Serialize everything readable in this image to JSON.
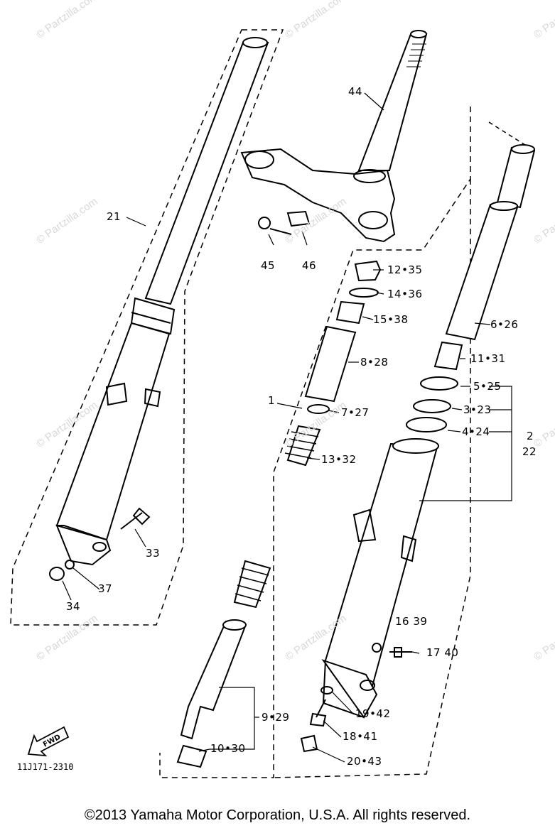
{
  "watermark": "© Partzilla.com",
  "fwd_label": "FWD",
  "diagram_code": "11J171-2310",
  "copyright": "©2013  Yamaha Motor Corporation, U.S.A. All rights reserved.",
  "callouts": [
    {
      "id": "c21",
      "text": "21"
    },
    {
      "id": "c44",
      "text": "44"
    },
    {
      "id": "c45",
      "text": "45"
    },
    {
      "id": "c46",
      "text": "46"
    },
    {
      "id": "c12",
      "text": "12•35"
    },
    {
      "id": "c14",
      "text": "14•36"
    },
    {
      "id": "c15",
      "text": "15•38"
    },
    {
      "id": "c8",
      "text": "8•28"
    },
    {
      "id": "c1",
      "text": "1"
    },
    {
      "id": "c7",
      "text": "7•27"
    },
    {
      "id": "c13",
      "text": "13•32"
    },
    {
      "id": "c6",
      "text": "6•26"
    },
    {
      "id": "c11",
      "text": "11•31"
    },
    {
      "id": "c5",
      "text": "5•25"
    },
    {
      "id": "c3",
      "text": "3•23"
    },
    {
      "id": "c4",
      "text": "4•24"
    },
    {
      "id": "c2",
      "text": "2"
    },
    {
      "id": "c22",
      "text": "22"
    },
    {
      "id": "c33",
      "text": "33"
    },
    {
      "id": "c37",
      "text": "37"
    },
    {
      "id": "c34",
      "text": "34"
    },
    {
      "id": "c1639",
      "text": "16 39"
    },
    {
      "id": "c1740",
      "text": "17 40"
    },
    {
      "id": "c19",
      "text": "19•42"
    },
    {
      "id": "c18",
      "text": "18•41"
    },
    {
      "id": "c20",
      "text": "20•43"
    },
    {
      "id": "c9",
      "text": "9•29"
    },
    {
      "id": "c10",
      "text": "10•30"
    }
  ]
}
